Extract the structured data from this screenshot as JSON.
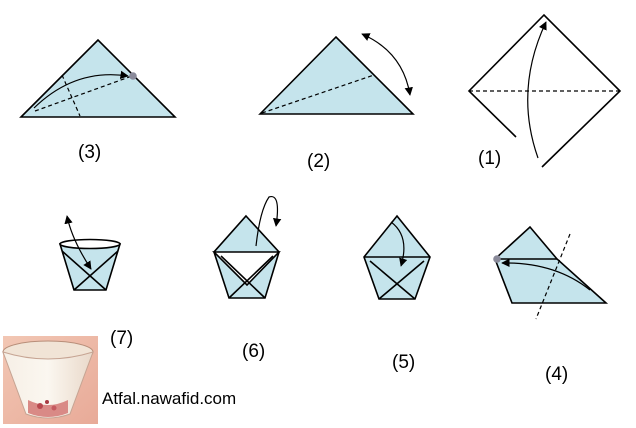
{
  "steps": [
    {
      "label": "1"
    },
    {
      "label": "2"
    },
    {
      "label": "3"
    },
    {
      "label": "4"
    },
    {
      "label": "5"
    },
    {
      "label": "6"
    },
    {
      "label": "7"
    }
  ],
  "site": "Atfal.nawafid.com",
  "colors": {
    "paper": "#c5e4ec",
    "line": "#000000",
    "dot": "#8a8a9a"
  }
}
